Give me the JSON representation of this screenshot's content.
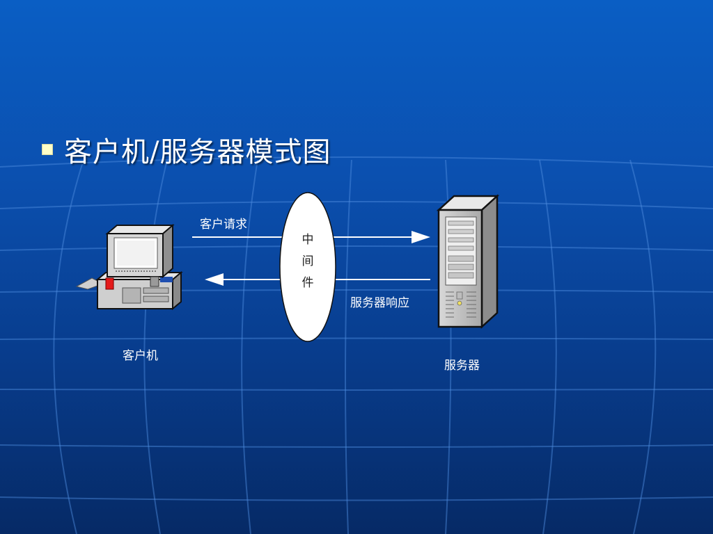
{
  "slide": {
    "title": "客户机/服务器模式图"
  },
  "diagram": {
    "request_label": "客户请求",
    "response_label": "服务器响应",
    "middleware_label": "中间件",
    "client_label": "客户机",
    "server_label": "服务器"
  },
  "colors": {
    "background_top": "#0a5ec4",
    "background_bottom": "#062a66",
    "bullet": "#ffffc8",
    "text": "#ffffff"
  }
}
